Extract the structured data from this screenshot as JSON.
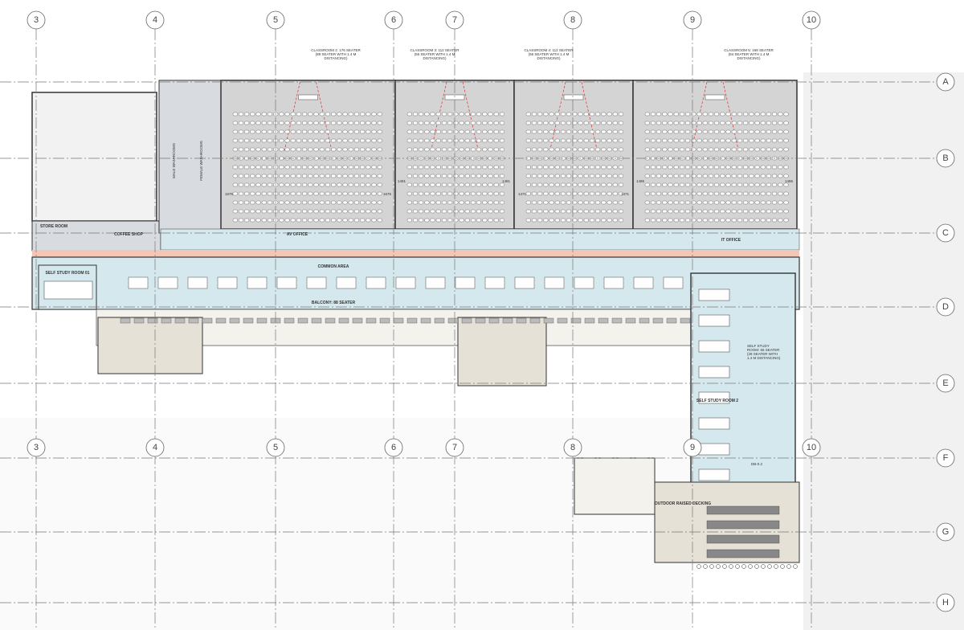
{
  "grid": {
    "columns": [
      "3",
      "4",
      "5",
      "6",
      "7",
      "8",
      "9",
      "10"
    ],
    "rows": [
      "A",
      "B",
      "C",
      "D",
      "E",
      "F",
      "G",
      "H"
    ]
  },
  "rooms": {
    "classroom2": [
      "CLASSROOM 2: 176 SEATER",
      "(88 SEATER WITH 1.4 M",
      "DISTANCING)"
    ],
    "classroom3": [
      "CLASSROOM 3: 112 SEATER",
      "(56 SEATER WITH 1.4 M",
      "DISTANCING)"
    ],
    "classroom4": [
      "CLASSROOM 4: 112 SEATER",
      "(56 SEATER WITH 1.4 M",
      "DISTANCING)"
    ],
    "classroom5": [
      "CLASSROOM 5: 168 SEATER",
      "(84 SEATER WITH 1.4 M",
      "DISTANCING)"
    ],
    "store_room": "STORE ROOM",
    "coffee_shop": "COFFEE SHOP",
    "male_washrooms": "MALE WASHROOMS",
    "female_washrooms": "FEMALE WASHROOMS",
    "av_office": "AV OFFICE",
    "it_office": "IT OFFICE",
    "common_area": "COMMON AREA",
    "balcony": "BALCONY: 88 SEATER",
    "self_study_1": "SELF STUDY ROOM 01",
    "self_study_2": "SELF STUDY ROOM 2",
    "self_study_2_note": [
      "SELF STUDY",
      "ROOM: 56 SEATER",
      "(28 SEATER WITH",
      "1.4 M DISTANCING)"
    ],
    "db": "DB-0.2",
    "decking": "OUTDOOR RAISED DECKING"
  },
  "dimensions": [
    "1675",
    "1675",
    "1481",
    "1481",
    "1471",
    "1471",
    "1486",
    "1486"
  ],
  "colors": {
    "classroom": "#d4d4d4",
    "circulation": "#d5e8ee",
    "accent_strip": "#f3c6b6",
    "decking": "#e6e1d6",
    "service": "#d8dbe0"
  }
}
